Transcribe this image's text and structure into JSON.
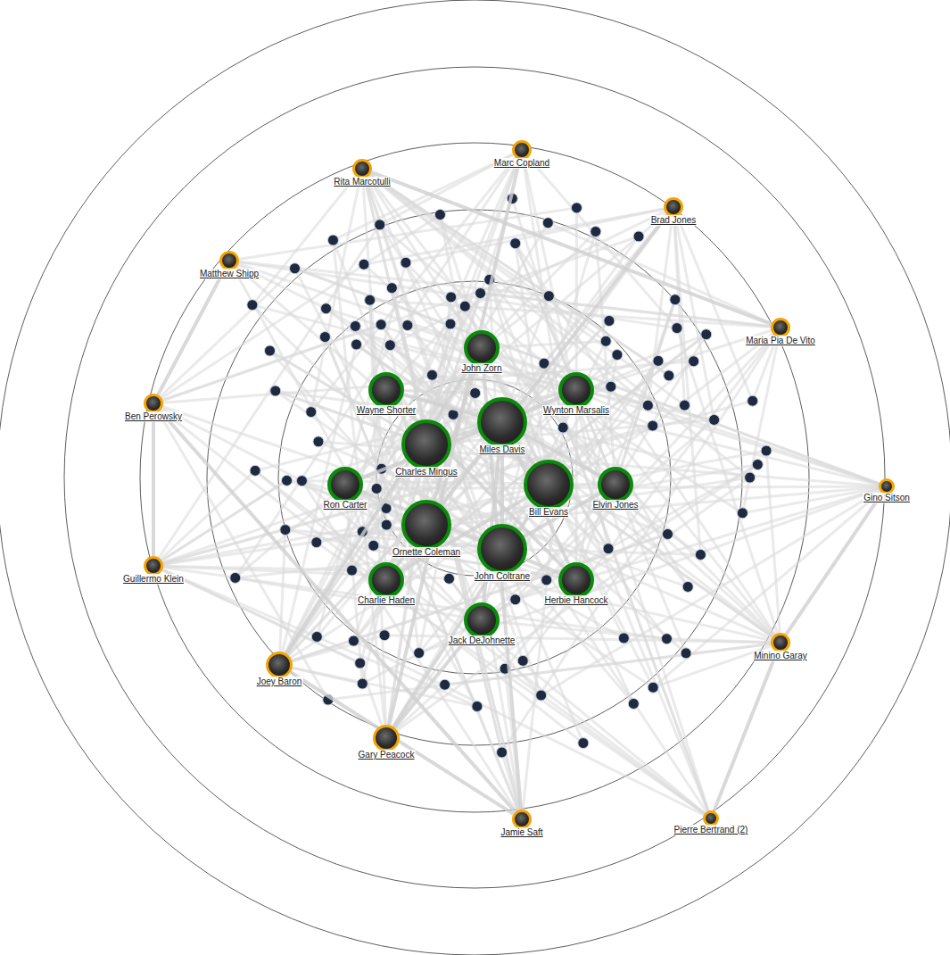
{
  "diagram": {
    "nodes": [
      {
        "text": [
          "Marc Copland"
        ]
      },
      {
        "text": [
          "Rita Marcotulli"
        ]
      },
      {
        "text": [
          "Brad Jones"
        ]
      },
      {
        "text": [
          "Matthew Shipp"
        ]
      },
      {
        "text": [
          "Maria Pia De Vito"
        ]
      },
      {
        "text": [
          "John Zorn"
        ]
      },
      {
        "text": [
          "Wayne Shorter"
        ]
      },
      {
        "text": [
          "Wynton Marsalis"
        ]
      },
      {
        "text": [
          "Ben Perowsky"
        ]
      },
      {
        "text": [
          "Miles Davis"
        ]
      },
      {
        "text": [
          "Charles Mingus"
        ]
      },
      {
        "text": [
          "Ron Carter"
        ]
      },
      {
        "text": [
          "Bill Evans"
        ]
      },
      {
        "text": [
          "Elvin Jones"
        ]
      },
      {
        "text": [
          "Gino Sitson"
        ]
      },
      {
        "text": [
          "Ornette Coleman"
        ]
      },
      {
        "text": [
          "John Coltrane"
        ]
      },
      {
        "text": [
          "Guillermo Klein"
        ]
      },
      {
        "text": [
          "Charlie Haden"
        ]
      },
      {
        "text": [
          "Herbie Hancock"
        ]
      },
      {
        "text": [
          "Jack DeJohnette"
        ]
      },
      {
        "text": [
          "Minino Garay"
        ]
      },
      {
        "text": [
          "Joey Baron"
        ]
      },
      {
        "text": [
          "Gary Peacock"
        ]
      },
      {
        "text": [
          "Jamie Saft"
        ]
      },
      {
        "text": [
          "Pierre Bertrand (2)"
        ]
      }
    ],
    "edges": [
      {
        "from": 9,
        "to": 6,
        "arrow": "none"
      },
      {
        "from": 9,
        "to": 19,
        "arrow": "none"
      },
      {
        "from": 9,
        "to": 16,
        "arrow": "none"
      },
      {
        "from": 9,
        "to": 12,
        "arrow": "none"
      },
      {
        "from": 9,
        "to": 11,
        "arrow": "none"
      },
      {
        "from": 9,
        "to": 10,
        "arrow": "none"
      },
      {
        "from": 9,
        "to": 20,
        "arrow": "none"
      },
      {
        "from": 9,
        "to": 13,
        "arrow": "none"
      },
      {
        "from": 16,
        "to": 13,
        "arrow": "none"
      },
      {
        "from": 15,
        "to": 18,
        "arrow": "none"
      },
      {
        "from": 6,
        "to": 19,
        "arrow": "none"
      },
      {
        "from": 19,
        "to": 11,
        "arrow": "none"
      },
      {
        "from": 5,
        "to": 15,
        "arrow": "none"
      },
      {
        "from": 5,
        "to": 22,
        "arrow": "none"
      },
      {
        "from": 5,
        "to": 24,
        "arrow": "none"
      },
      {
        "from": 0,
        "to": 23,
        "arrow": "none"
      },
      {
        "from": 23,
        "to": 12,
        "arrow": "none"
      },
      {
        "from": 23,
        "to": 20,
        "arrow": "none"
      },
      {
        "from": 1,
        "to": 4,
        "arrow": "none"
      },
      {
        "from": 21,
        "to": 14,
        "arrow": "none"
      },
      {
        "from": 17,
        "to": 8,
        "arrow": "none"
      },
      {
        "from": 3,
        "to": 8,
        "arrow": "none"
      },
      {
        "from": 24,
        "to": 8,
        "arrow": "none"
      },
      {
        "from": 25,
        "to": 21,
        "arrow": "none"
      },
      {
        "from": 22,
        "to": 24,
        "arrow": "none"
      },
      {
        "from": 12,
        "to": 18,
        "arrow": "none"
      },
      {
        "from": 7,
        "to": 9,
        "arrow": "none"
      },
      {
        "from": 2,
        "to": 15,
        "arrow": "none"
      }
    ]
  }
}
